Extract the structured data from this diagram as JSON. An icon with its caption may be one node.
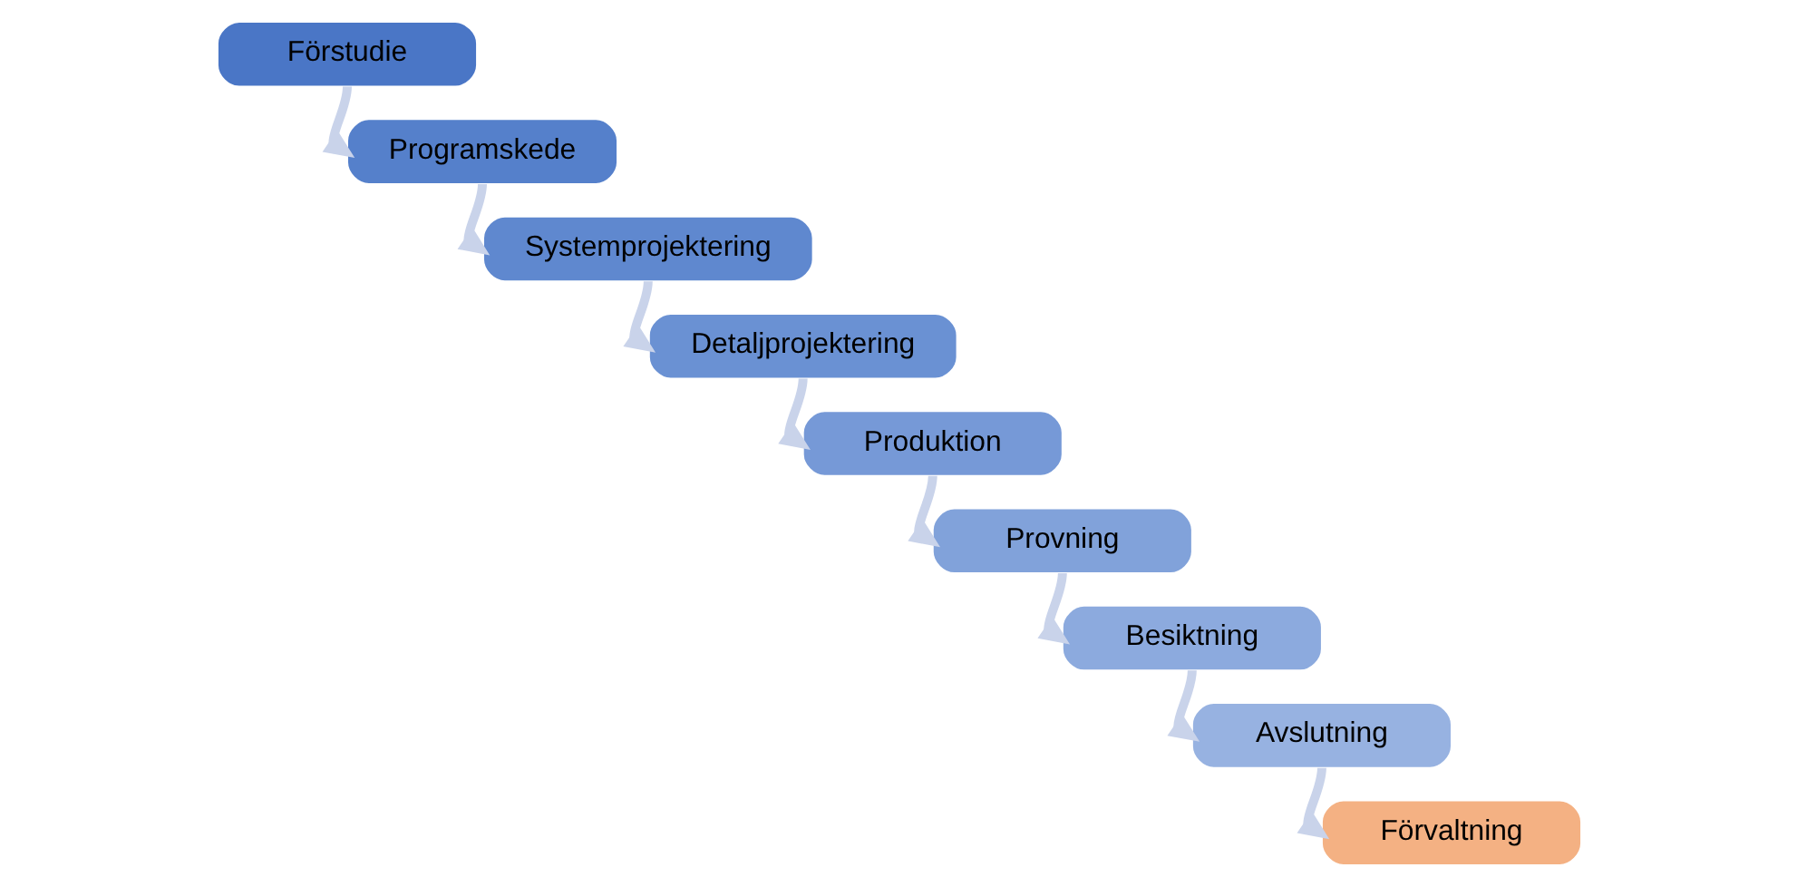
{
  "diagram": {
    "nodes": [
      {
        "text": [
          "Förstudie"
        ]
      },
      {
        "text": [
          "Programskede"
        ]
      },
      {
        "text": [
          "Systemprojektering"
        ]
      },
      {
        "text": [
          "Detaljprojektering"
        ]
      },
      {
        "text": [
          "Produktion"
        ]
      },
      {
        "text": [
          "Provning"
        ]
      },
      {
        "text": [
          "Besiktning"
        ]
      },
      {
        "text": [
          "Avslutning"
        ]
      },
      {
        "text": [
          "Förvaltning"
        ]
      }
    ],
    "edges": [
      {
        "from": 0,
        "to": 1,
        "arrow": "to"
      },
      {
        "from": 1,
        "to": 2,
        "arrow": "to"
      },
      {
        "from": 2,
        "to": 3,
        "arrow": "to"
      },
      {
        "from": 3,
        "to": 4,
        "arrow": "to"
      },
      {
        "from": 4,
        "to": 5,
        "arrow": "to"
      },
      {
        "from": 5,
        "to": 6,
        "arrow": "to"
      },
      {
        "from": 6,
        "to": 7,
        "arrow": "to"
      },
      {
        "from": 7,
        "to": 8,
        "arrow": "to"
      }
    ]
  }
}
